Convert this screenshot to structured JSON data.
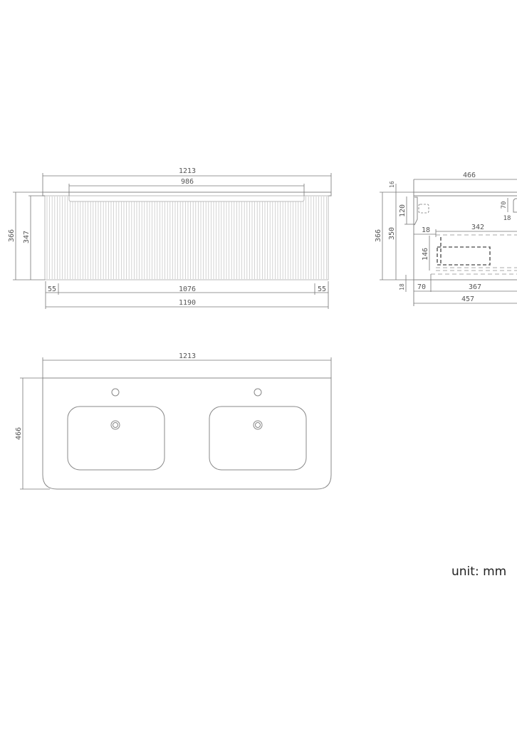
{
  "front_view": {
    "overall_width": "1213",
    "top_recess_width": "986",
    "overall_height": "366",
    "cabinet_height": "347",
    "left_margin": "55",
    "inner_width": "1076",
    "right_margin": "55",
    "cabinet_width": "1190"
  },
  "side_view": {
    "overall_depth": "466",
    "top_thickness": "16",
    "overall_height": "366",
    "cabinet_height": "350",
    "bracket_height": "120",
    "drawer_offset": "18",
    "drawer_depth": "342",
    "drawer_height": "146",
    "right_bracket_height": "70",
    "right_bracket_offset": "18",
    "bottom_gap": "18",
    "back_offset": "70",
    "bottom_inner_depth": "367",
    "cabinet_depth": "457"
  },
  "top_view": {
    "overall_width": "1213",
    "overall_depth": "466"
  },
  "unit_label": "unit: mm"
}
